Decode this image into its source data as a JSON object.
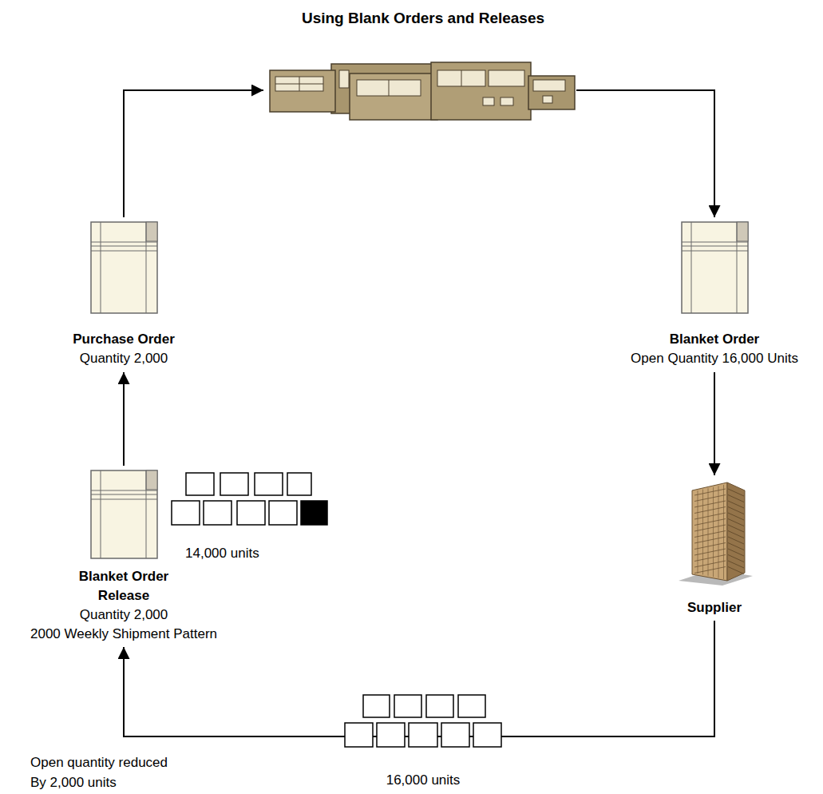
{
  "diagram": {
    "title": "Using Blank Orders and Releases",
    "nodes": [
      {
        "text": [
          "Purchase Order",
          "Quantity 2,000"
        ]
      },
      {
        "text": [
          "Blanket Order",
          "Open Quantity 16,000 Units"
        ]
      },
      {
        "text": [
          "Blanket Order Release",
          "Quantity 2,000",
          "2000 Weekly Shipment Pattern"
        ]
      },
      {
        "text": [
          "Supplier"
        ]
      }
    ],
    "edges": [
      {
        "from": 1,
        "to": 3,
        "arrow": "to"
      },
      {
        "from": 3,
        "to": 2,
        "arrow": "to"
      },
      {
        "from": 2,
        "to": 0,
        "arrow": "to"
      }
    ],
    "labels": [
      "14,000 units",
      "16,000 units",
      "Open quantity reduced By 2,000 units"
    ]
  }
}
